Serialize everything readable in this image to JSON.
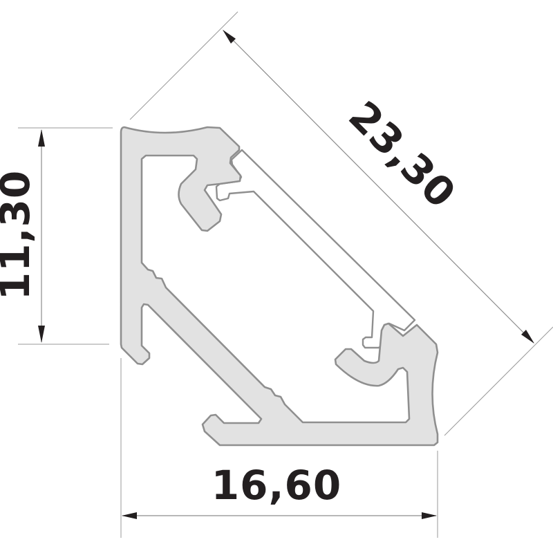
{
  "drawing": {
    "type": "aluminium corner profile cross-section",
    "units_hint": "mm",
    "dimensions": {
      "height": {
        "label": "11,30",
        "value": 11.3,
        "orientation": "vertical"
      },
      "width": {
        "label": "16,60",
        "value": 16.6,
        "orientation": "horizontal"
      },
      "diagonal": {
        "label": "23,30",
        "value": 23.3,
        "orientation": "diagonal-45"
      }
    },
    "colors": {
      "profile_fill": "#e2e2e2",
      "profile_outline": "#8f8f8f",
      "cover_fill": "#ffffff",
      "dimension_text": "#231f20",
      "dimension_lines": "#8c8c8c",
      "background": "#ffffff"
    },
    "parts": [
      {
        "name": "aluminium-profile",
        "fill": "light gray"
      },
      {
        "name": "diffuser-cover",
        "fill": "white"
      }
    ]
  }
}
